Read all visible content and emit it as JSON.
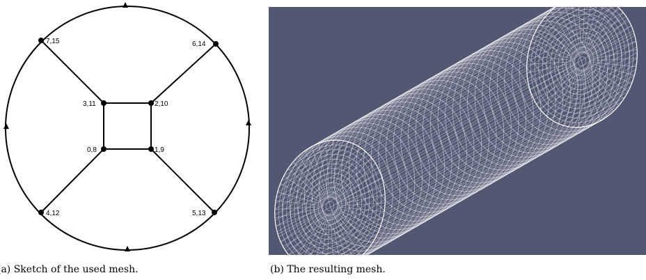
{
  "sketch": {
    "nodes": [
      {
        "id": "n-0-8",
        "label": "0,8"
      },
      {
        "id": "n-1-9",
        "label": "1,9"
      },
      {
        "id": "n-2-10",
        "label": "2,10"
      },
      {
        "id": "n-3-11",
        "label": "3,11"
      },
      {
        "id": "n-4-12",
        "label": "4,12"
      },
      {
        "id": "n-5-13",
        "label": "5,13"
      },
      {
        "id": "n-6-14",
        "label": "6,14"
      },
      {
        "id": "n-7-15",
        "label": "7,15"
      }
    ]
  },
  "captions": {
    "a": "(a) Sketch of the used mesh.",
    "b": "(b) The resulting mesh."
  },
  "colors": {
    "render_background": "#535872",
    "mesh_lines": "#ffffff",
    "sketch_lines": "#000000"
  }
}
